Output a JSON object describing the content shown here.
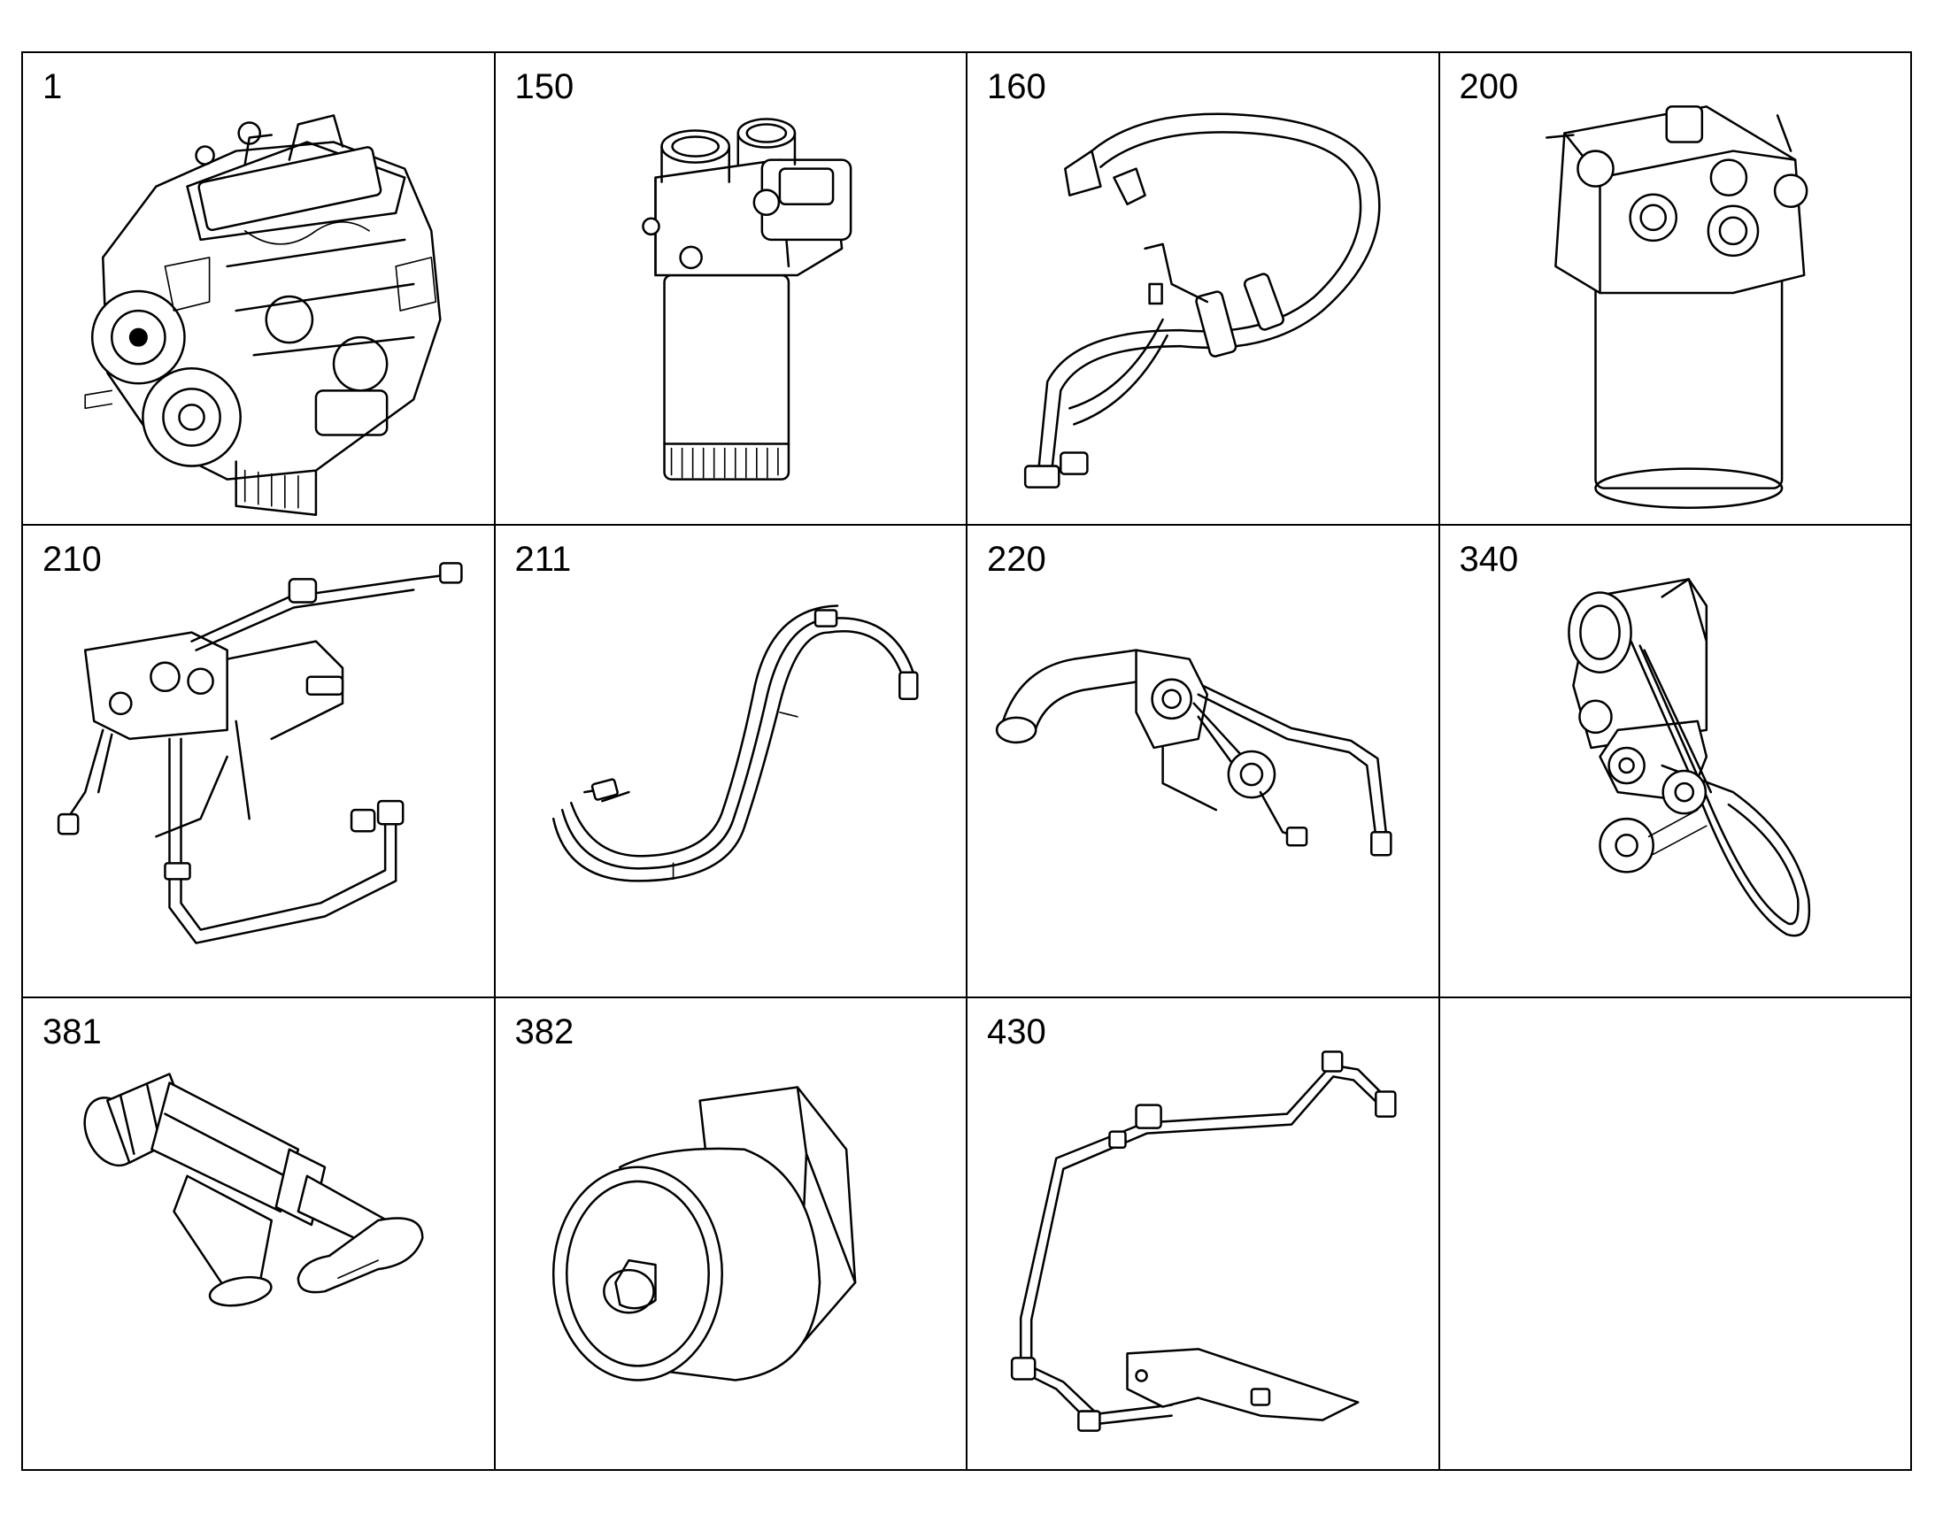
{
  "parts": [
    {
      "label": "1",
      "icon": "engine-assembly-icon"
    },
    {
      "label": "150",
      "icon": "fuel-filter-icon"
    },
    {
      "label": "160",
      "icon": "hose-assembly-icon"
    },
    {
      "label": "200",
      "icon": "filter-head-icon"
    },
    {
      "label": "210",
      "icon": "fuel-lines-icon"
    },
    {
      "label": "211",
      "icon": "fuel-hose-icon"
    },
    {
      "label": "220",
      "icon": "pipe-assembly-icon"
    },
    {
      "label": "340",
      "icon": "belt-drive-icon"
    },
    {
      "label": "381",
      "icon": "strainer-valve-icon"
    },
    {
      "label": "382",
      "icon": "filter-cap-icon"
    },
    {
      "label": "430",
      "icon": "tube-bracket-icon"
    },
    {
      "label": "",
      "icon": ""
    }
  ]
}
